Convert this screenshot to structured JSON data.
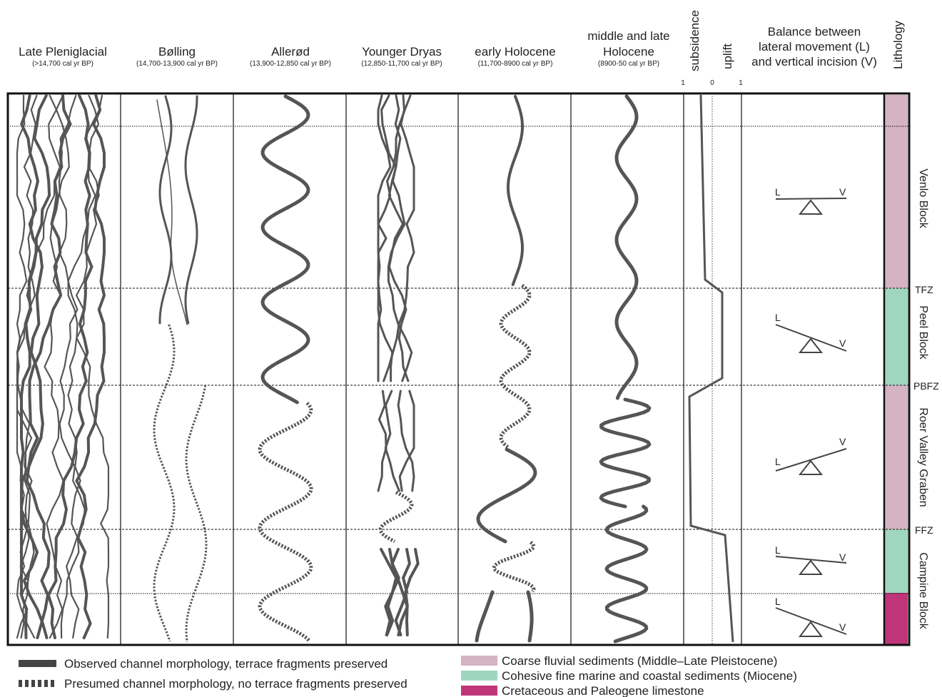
{
  "periods": [
    {
      "name": "Late Pleniglacial",
      "range": "(>14,700 cal yr BP)"
    },
    {
      "name": "Bølling",
      "range": "(14,700-13,900 cal yr BP)"
    },
    {
      "name": "Allerød",
      "range": "(13,900-12,850 cal yr BP)"
    },
    {
      "name": "Younger Dryas",
      "range": "(12,850-11,700 cal yr BP)"
    },
    {
      "name": "early Holocene",
      "range": "(11,700-8900 cal yr BP)"
    },
    {
      "name": "middle and late",
      "name2": "Holocene",
      "range": "(8900-50 cal yr BP)"
    }
  ],
  "tectonics": {
    "subsidence_label": "subsidence",
    "uplift_label": "uplift",
    "ticks": [
      "1",
      "0",
      "1"
    ]
  },
  "balance": {
    "title_lines": [
      "Balance between",
      "lateral movement (L)",
      "and vertical incision (V)"
    ],
    "L": "L",
    "V": "V"
  },
  "lithology_label": "Lithology",
  "zones": [
    "TFZ",
    "PBFZ",
    "FFZ"
  ],
  "blocks": [
    "Venlo Block",
    "Peel Block",
    "Roer Valley Graben",
    "Campine Block"
  ],
  "legend": {
    "observed": "Observed channel morphology, terrace fragments preserved",
    "presumed": "Presumed channel morphology, no terrace fragments preserved",
    "coarse": "Coarse fluvial sediments (Middle–Late Pleistocene)",
    "cohesive": "Cohesive fine marine and coastal sediments (Miocene)",
    "limestone": "Cretaceous and Paleogene limestone"
  },
  "colors": {
    "channel": "#555555",
    "coarse": "#d4b3c3",
    "cohesive": "#9fd6bf",
    "limestone": "#c0357a"
  }
}
